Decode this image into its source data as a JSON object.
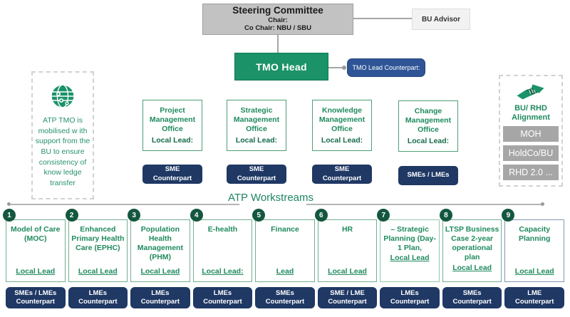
{
  "top": {
    "steering": {
      "title": "Steering Committee",
      "chair": "Chair:",
      "co_chair": "Co Chair: NBU / SBU"
    },
    "bu_advisor": "BU Advisor",
    "tmo_head": "TMO Head",
    "tmo_lead_counterpart": "TMO Lead Counterpart:"
  },
  "left_panel": {
    "icon": "globe-icon",
    "text": "ATP TMO is mobilised w ith support from the BU to ensure consistency of know ledge transfer"
  },
  "right_panel": {
    "icon": "handshake-icon",
    "title": "BU/ RHD Alignment",
    "items": [
      "MOH",
      "HoldCo/BU",
      "RHD 2.0 ..."
    ]
  },
  "offices": [
    {
      "title": "Project Management Office",
      "lead": "Local Lead:",
      "counterpart": [
        "SME",
        "Counterpart"
      ]
    },
    {
      "title": "Strategic Management Office",
      "lead": "Local Lead:",
      "counterpart": [
        "SME",
        "Counterpart"
      ]
    },
    {
      "title": "Knowledge Management Office",
      "lead": "Local Lead:",
      "counterpart": [
        "SME",
        "Counterpart"
      ]
    },
    {
      "title": "Change Management Office",
      "lead": "Local Lead:",
      "counterpart": [
        "SMEs / LMEs"
      ]
    }
  ],
  "workstreams_label": "ATP Workstreams",
  "workstreams": [
    {
      "num": "1",
      "title": "Model of Care (MOC)",
      "lead": "Local Lead",
      "counterpart": [
        "SMEs / LMEs",
        "Counterpart"
      ]
    },
    {
      "num": "2",
      "title": "Enhanced Primary Health Care (EPHC)",
      "lead": "Local Lead",
      "counterpart": [
        "LMEs",
        "Counterpart"
      ]
    },
    {
      "num": "3",
      "title": "Population Health Management (PHM)",
      "lead": "Local Lead",
      "counterpart": [
        "LMEs",
        "Counterpart"
      ]
    },
    {
      "num": "4",
      "title": "E-health",
      "lead": "Local Lead:",
      "counterpart": [
        "LMEs",
        "Counterpart"
      ]
    },
    {
      "num": "5",
      "title": "Finance",
      "lead": "Lead",
      "counterpart": [
        "SMEs",
        "Counterpart"
      ]
    },
    {
      "num": "6",
      "title": "HR",
      "lead": "Local Lead",
      "counterpart": [
        "SME / LME",
        "Counterpart"
      ]
    },
    {
      "num": "7",
      "title": "– Strategic Planning (Day-1 Plan,",
      "lead": "Local Lead",
      "counterpart": [
        "LMEs",
        "Counterpart"
      ]
    },
    {
      "num": "8",
      "title": "LTSP Business Case 2-year operational plan",
      "lead": "Local Lead",
      "counterpart": [
        "SMEs",
        "Counterpart"
      ]
    },
    {
      "num": "9",
      "title": "Capacity Planning",
      "lead": "Local Lead",
      "counterpart": [
        "LME",
        "Counterpart"
      ]
    }
  ],
  "colors": {
    "brand_green": "#1b9268",
    "text_green": "#1f8a5e",
    "badge_green": "#14573f",
    "navy": "#1f3864",
    "pill_blue": "#2f5597",
    "steering_gray": "#c2c2c2",
    "item_gray": "#a6a6a6",
    "ws9_border": "#8497b0"
  }
}
